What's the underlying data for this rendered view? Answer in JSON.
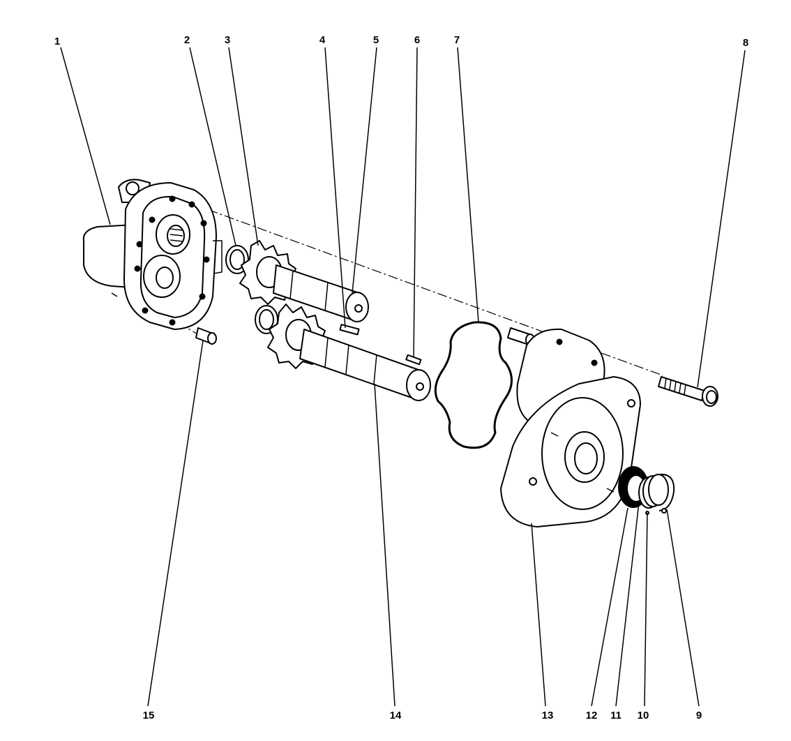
{
  "parts": [
    {
      "id": "1",
      "name": "pump-body"
    },
    {
      "id": "2",
      "name": "bushing-upper"
    },
    {
      "id": "3",
      "name": "drive-gear-upper"
    },
    {
      "id": "4",
      "name": "key-upper"
    },
    {
      "id": "5",
      "name": "shaft-upper"
    },
    {
      "id": "6",
      "name": "key-shaft-end"
    },
    {
      "id": "7",
      "name": "gasket-seal"
    },
    {
      "id": "8",
      "name": "cap-screw"
    },
    {
      "id": "9",
      "name": "retaining-ring"
    },
    {
      "id": "10",
      "name": "washer"
    },
    {
      "id": "11",
      "name": "spring-ring"
    },
    {
      "id": "12",
      "name": "oil-seal"
    },
    {
      "id": "13",
      "name": "mounting-cover"
    },
    {
      "id": "14",
      "name": "drive-shaft-lower"
    },
    {
      "id": "15",
      "name": "dowel-pin"
    }
  ]
}
